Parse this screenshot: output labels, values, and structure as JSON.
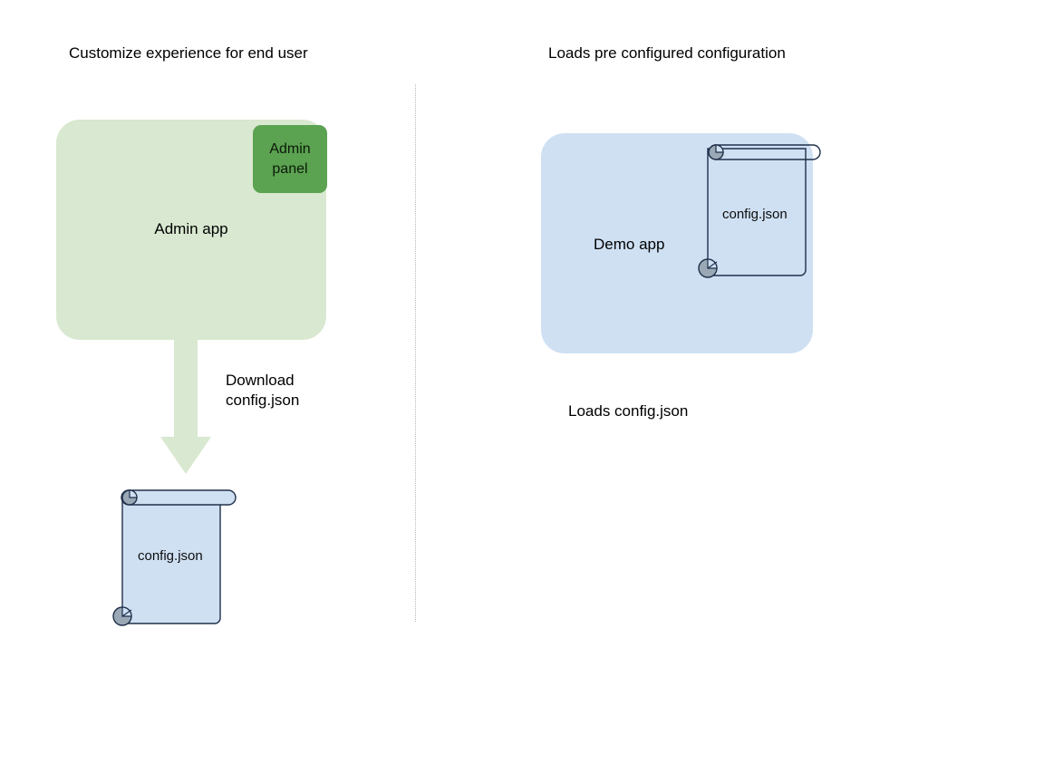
{
  "diagram": {
    "type": "flow-diagram",
    "background_color": "#ffffff",
    "headings": {
      "left": "Customize experience for end user",
      "right": "Loads pre configured configuration"
    },
    "divider": {
      "name": "vertical-dotted-divider",
      "style": "dotted",
      "color": "#b8b8b8"
    },
    "left_flow": {
      "app_box": {
        "label": "Admin app",
        "fill_color": "#d9e8d0"
      },
      "panel_box": {
        "label": "Admin panel",
        "label_line1": "Admin",
        "label_line2": "panel",
        "fill_color": "#5ba251"
      },
      "arrow": {
        "direction": "down",
        "color": "#d9e8d0",
        "label_line1": "Download",
        "label_line2": "config.json"
      },
      "document": {
        "label": "config.json",
        "fill_color": "#cfe0f3",
        "stroke_color": "#20304a",
        "curl_color": "#9aa7b5"
      }
    },
    "right_flow": {
      "app_box": {
        "label": "Demo app",
        "fill_color": "#cfe0f3"
      },
      "document": {
        "label": "config.json",
        "fill_color": "transparent",
        "stroke_color": "#20304a",
        "curl_color": "#9aa7b5"
      },
      "caption": "Loads config.json"
    }
  }
}
